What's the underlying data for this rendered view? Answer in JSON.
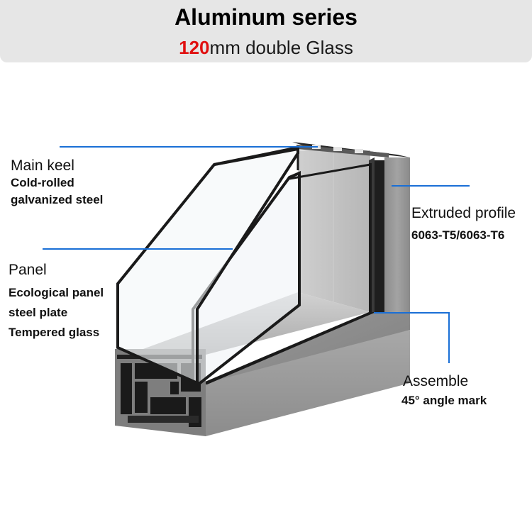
{
  "header": {
    "title": "Aluminum series",
    "subtitle_accent": "120",
    "subtitle_rest": "mm double Glass"
  },
  "callouts": {
    "main_keel": {
      "title": "Main keel",
      "lines": [
        "Cold-rolled",
        "galvanized steel"
      ]
    },
    "panel": {
      "title": "Panel",
      "lines": [
        "Ecological panel",
        "steel plate",
        "Tempered glass"
      ]
    },
    "extruded": {
      "title": "Extruded profile",
      "lines": [
        "6063-T5/6063-T6"
      ]
    },
    "assemble": {
      "title": "Assemble",
      "lines": [
        "45° angle mark"
      ]
    }
  },
  "colors": {
    "leader_line": "#1a6fd6",
    "accent": "#e01010",
    "header_bg": "#e6e6e6"
  }
}
